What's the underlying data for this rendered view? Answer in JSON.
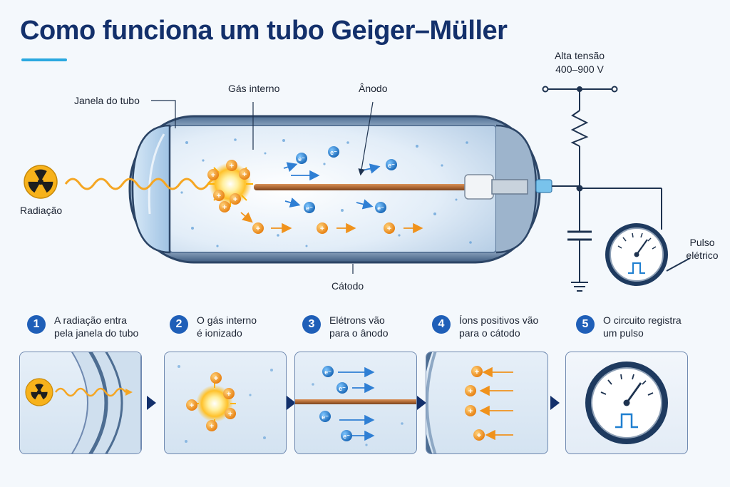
{
  "title": "Como funciona um tubo Geiger–Müller",
  "labels": {
    "window": "Janela do tubo",
    "gas": "Gás interno",
    "anode": "Ânodo",
    "cathode": "Cátodo",
    "radiation": "Radiação",
    "voltage_line1": "Alta tensão",
    "voltage_line2": "400–900 V",
    "pulse_line1": "Pulso",
    "pulse_line2": "elétrico"
  },
  "particles": {
    "electron": "e⁻",
    "ion": "+"
  },
  "steps": [
    {
      "num": "1",
      "line1": "A radiação entra",
      "line2": "pela janela do tubo"
    },
    {
      "num": "2",
      "line1": "O gás interno",
      "line2": "é ionizado"
    },
    {
      "num": "3",
      "line1": "Elétrons vão",
      "line2": "para o ânodo"
    },
    {
      "num": "4",
      "line1": "Íons positivos vão",
      "line2": "para o cátodo"
    },
    {
      "num": "5",
      "line1": "O circuito registra",
      "line2": "um pulso"
    }
  ],
  "colors": {
    "title": "#13306b",
    "accent": "#2aa8e0",
    "step_badge": "#1f5fb8",
    "electron": "#1f7fd0",
    "ion": "#f0921c",
    "radiation_wave": "#f5a623",
    "radiation_symbol": "#f7b21b",
    "anode_rod": "#b06a35",
    "wire": "#1e3350"
  },
  "icons": [
    "radiation-symbol-icon",
    "resistor-icon",
    "capacitor-icon",
    "ground-icon",
    "meter-gauge-icon",
    "step-arrow-icon"
  ]
}
